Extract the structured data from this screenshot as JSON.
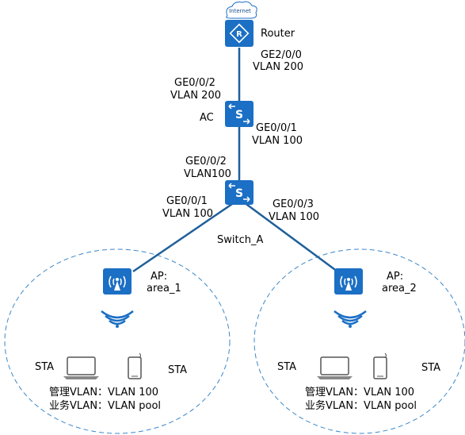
{
  "internet": {
    "label": "Internet"
  },
  "router": {
    "label": "Router",
    "port_line1": "GE2/0/0",
    "port_line2": "VLAN 200"
  },
  "ac": {
    "label": "AC",
    "up_port_line1": "GE0/0/2",
    "up_port_line2": "VLAN 200",
    "down_port_line1": "GE0/0/1",
    "down_port_line2": "VLAN 100"
  },
  "switch_a": {
    "label": "Switch_A",
    "up_port_line1": "GE0/0/2",
    "up_port_line2": "VLAN100",
    "left_port_line1": "GE0/0/1",
    "left_port_line2": "VLAN 100",
    "right_port_line1": "GE0/0/3",
    "right_port_line2": "VLAN 100"
  },
  "area1": {
    "ap_line1": "AP:",
    "ap_line2": "area_1",
    "sta_left": "STA",
    "sta_right": "STA",
    "mgmt_vlan": "管理VLAN：VLAN 100",
    "svc_vlan": "业务VLAN：VLAN pool"
  },
  "area2": {
    "ap_line1": "AP:",
    "ap_line2": "area_2",
    "sta_left": "STA",
    "sta_right": "STA",
    "mgmt_vlan": "管理VLAN：VLAN 100",
    "svc_vlan": "业务VLAN：VLAN pool"
  },
  "colors": {
    "device_blue": "#1b6fc4",
    "link_blue": "#1f5f99",
    "dashed_border": "#3a87c9"
  }
}
